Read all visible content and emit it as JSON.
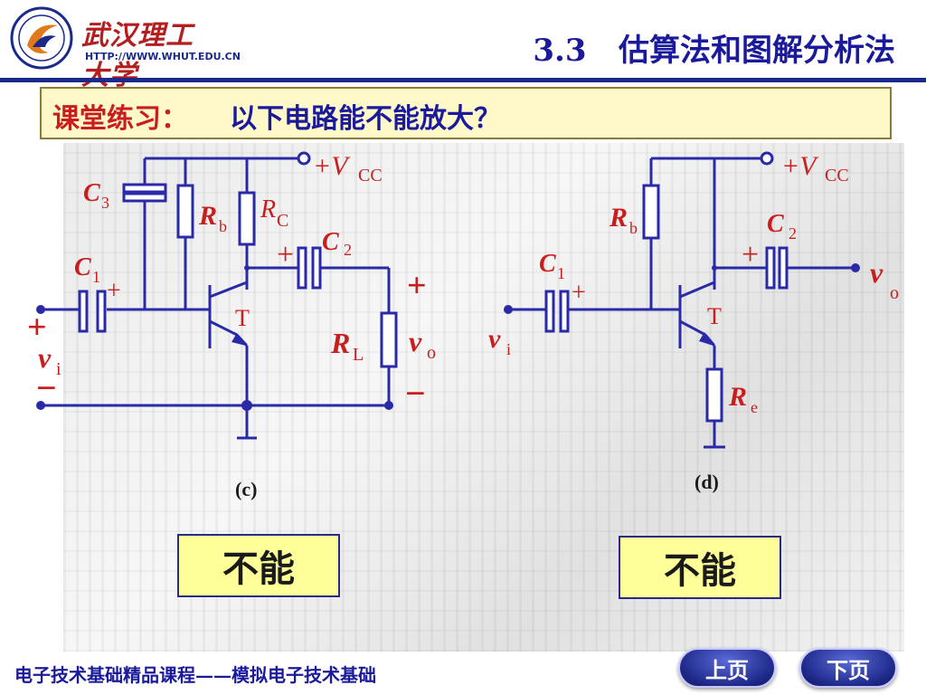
{
  "header": {
    "logo_name": "武汉理工大学",
    "logo_url": "HTTP://WWW.WHUT.EDU.CN",
    "section_title": "3.3   估算法和图解分析法"
  },
  "question": {
    "label": "课堂练习：",
    "text": "以下电路能不能放大？"
  },
  "circuit_c": {
    "supply": "+V",
    "supply_sub": "CC",
    "c3": "C",
    "c3_sub": "3",
    "rb": "R",
    "rb_sub": "b",
    "rc": "R",
    "rc_sub": "C",
    "c2": "C",
    "c2_sub": "2",
    "c1": "C",
    "c1_sub": "1",
    "plus": "+",
    "minus": "−",
    "transistor": "T",
    "rl": "R",
    "rl_sub": "L",
    "vi": "v",
    "vi_sub": "i",
    "vo": "v",
    "vo_sub": "o",
    "caption": "(c)"
  },
  "circuit_d": {
    "supply": "+V",
    "supply_sub": "CC",
    "rb": "R",
    "rb_sub": "b",
    "c2": "C",
    "c2_sub": "2",
    "c1": "C",
    "c1_sub": "1",
    "plus": "+",
    "transistor": "T",
    "re": "R",
    "re_sub": "e",
    "vi": "v",
    "vi_sub": "i",
    "vo": "v",
    "vo_sub": "o",
    "caption": "(d)"
  },
  "answers": {
    "c": "不能",
    "d": "不能"
  },
  "footer": {
    "course": "电子技术基础精品课程——模拟电子技术基础",
    "prev": "上页",
    "next": "下页"
  },
  "colors": {
    "wire": "#2a2aa8",
    "label_red": "#c81e1e",
    "title_blue": "#1a1a9a",
    "box_yellow": "#ffff99"
  }
}
